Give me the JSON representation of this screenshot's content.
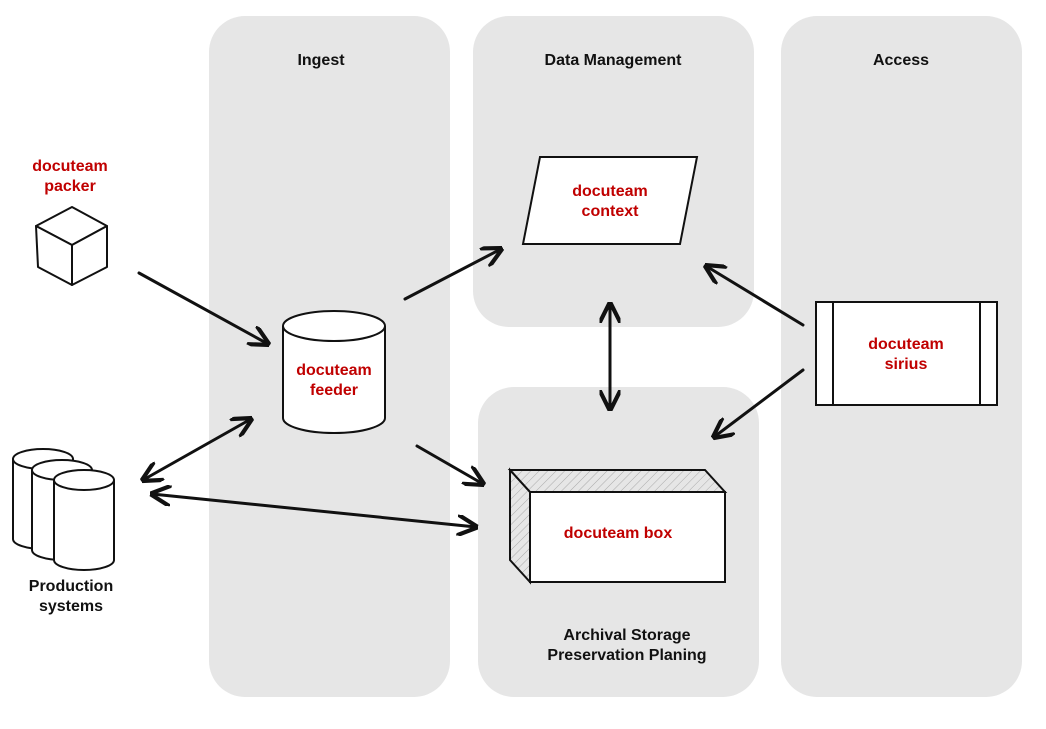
{
  "lanes": {
    "ingest": "Ingest",
    "data_management": "Data Management",
    "access": "Access",
    "archival_storage": "Archival Storage\nPreservation Planing"
  },
  "nodes": {
    "packer": "docuteam\npacker",
    "context": "docuteam\ncontext",
    "feeder": "docuteam\nfeeder",
    "sirius": "docuteam\nsirius",
    "box": "docuteam box",
    "production": "Production\nsystems"
  },
  "colors": {
    "panel": "#e6e6e6",
    "accent_red": "#c00000",
    "stroke": "#111111"
  }
}
